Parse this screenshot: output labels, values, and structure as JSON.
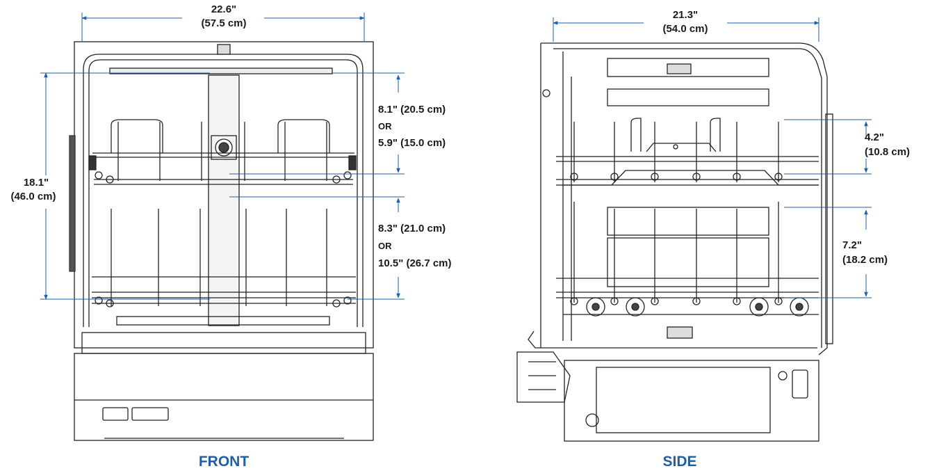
{
  "colors": {
    "dimension_line": "#1f5fa6",
    "caption": "#1f5fa6",
    "drawing": "#222222"
  },
  "front": {
    "caption": "FRONT",
    "width_in": "22.6\"",
    "width_cm": "(57.5 cm)",
    "height_in": "18.1\"",
    "height_cm": "(46.0 cm)",
    "upper_a": "8.1\" (20.5 cm)",
    "upper_or": "OR",
    "upper_b": "5.9\" (15.0 cm)",
    "lower_a": "8.3\" (21.0 cm)",
    "lower_or": "OR",
    "lower_b": "10.5\" (26.7 cm)"
  },
  "side": {
    "caption": "SIDE",
    "depth_in": "21.3\"",
    "depth_cm": "(54.0 cm)",
    "upper_in": "4.2\"",
    "upper_cm": "(10.8 cm)",
    "lower_in": "7.2\"",
    "lower_cm": "(18.2 cm)"
  }
}
